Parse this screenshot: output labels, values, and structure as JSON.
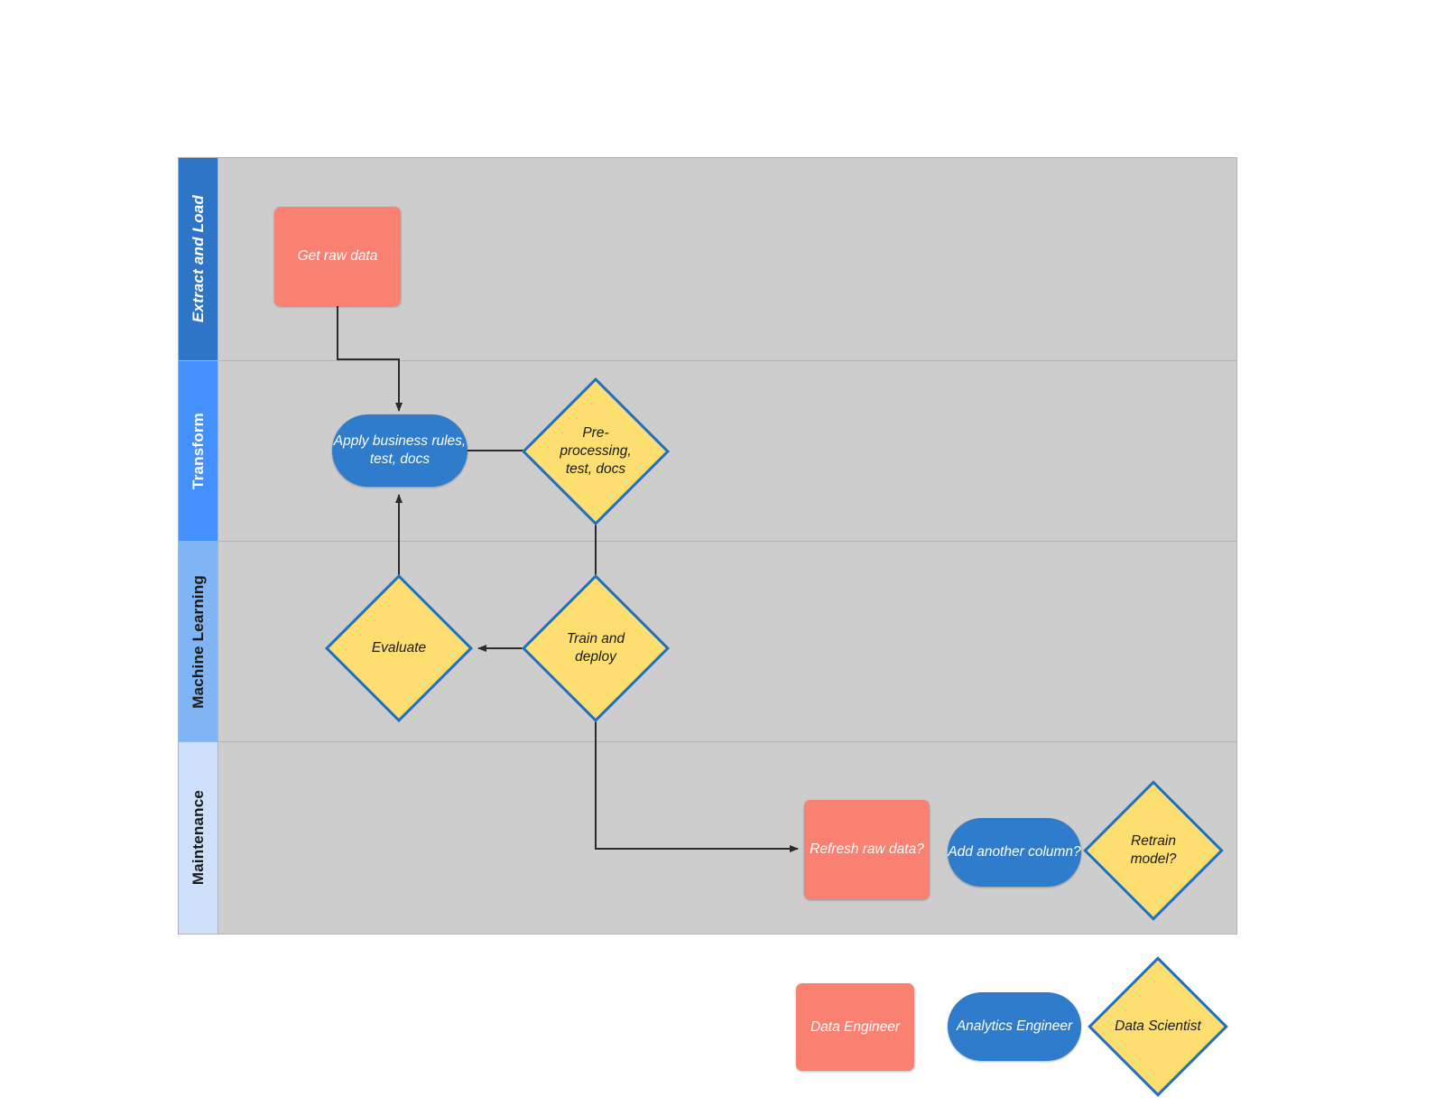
{
  "diagram": {
    "type": "swimlane-flowchart",
    "title": "",
    "lanes": [
      {
        "id": "extract-and-load",
        "label": "Extract and Load",
        "header_color": "#2E75C8",
        "header_text_color": "#ffffff"
      },
      {
        "id": "transform",
        "label": "Transform",
        "header_color": "#4490FF",
        "header_text_color": "#ffffff"
      },
      {
        "id": "machine-learning",
        "label": "Machine Learning",
        "header_color": "#7FB5F5",
        "header_text_color": "#1a1a1a"
      },
      {
        "id": "maintenance",
        "label": "Maintenance",
        "header_color": "#CFE0FB",
        "header_text_color": "#1a1a1a"
      }
    ],
    "lane_body_color": "#cdcdcd",
    "nodes": [
      {
        "id": "get-raw-data",
        "label": "Get raw data",
        "shape": "rect",
        "lane": "extract-and-load",
        "role": "Data Engineer"
      },
      {
        "id": "apply-business-rules",
        "label": "Apply business rules, test, docs",
        "shape": "pill",
        "lane": "transform",
        "role": "Analytics Engineer"
      },
      {
        "id": "pre-processing",
        "label": "Pre-processing, test, docs",
        "shape": "diamond",
        "lane": "transform",
        "role": "Data Scientist"
      },
      {
        "id": "evaluate",
        "label": "Evaluate",
        "shape": "diamond",
        "lane": "machine-learning",
        "role": "Data Scientist"
      },
      {
        "id": "train-and-deploy",
        "label": "Train and deploy",
        "shape": "diamond",
        "lane": "machine-learning",
        "role": "Data Scientist"
      },
      {
        "id": "refresh-raw-data",
        "label": "Refresh raw data?",
        "shape": "rect",
        "lane": "maintenance",
        "role": "Data Engineer"
      },
      {
        "id": "add-another-column",
        "label": "Add another column?",
        "shape": "pill",
        "lane": "maintenance",
        "role": "Analytics Engineer"
      },
      {
        "id": "retrain-model",
        "label": "Retrain model?",
        "shape": "diamond",
        "lane": "maintenance",
        "role": "Data Scientist"
      }
    ],
    "edges": [
      {
        "from": "get-raw-data",
        "to": "apply-business-rules",
        "label": ""
      },
      {
        "from": "apply-business-rules",
        "to": "pre-processing",
        "label": ""
      },
      {
        "from": "pre-processing",
        "to": "train-and-deploy",
        "label": ""
      },
      {
        "from": "train-and-deploy",
        "to": "evaluate",
        "label": ""
      },
      {
        "from": "evaluate",
        "to": "apply-business-rules",
        "label": ""
      },
      {
        "from": "train-and-deploy",
        "to": "refresh-raw-data",
        "label": ""
      }
    ]
  },
  "legend": {
    "items": [
      {
        "id": "data-engineer",
        "label": "Data Engineer",
        "shape": "rect",
        "color": "#FA8072"
      },
      {
        "id": "analytics-engineer",
        "label": "Analytics Engineer",
        "shape": "pill",
        "color": "#2E7CCB"
      },
      {
        "id": "data-scientist",
        "label": "Data Scientist",
        "shape": "diamond",
        "color": "#FCDE71"
      }
    ]
  },
  "colors": {
    "rect_fill": "#FA8072",
    "pill_fill": "#2E7CCB",
    "diamond_fill": "#FCDE71",
    "diamond_stroke": "#1F6FC4",
    "lane_fill": "#cdcdcd",
    "connector": "#2b2b2b"
  }
}
